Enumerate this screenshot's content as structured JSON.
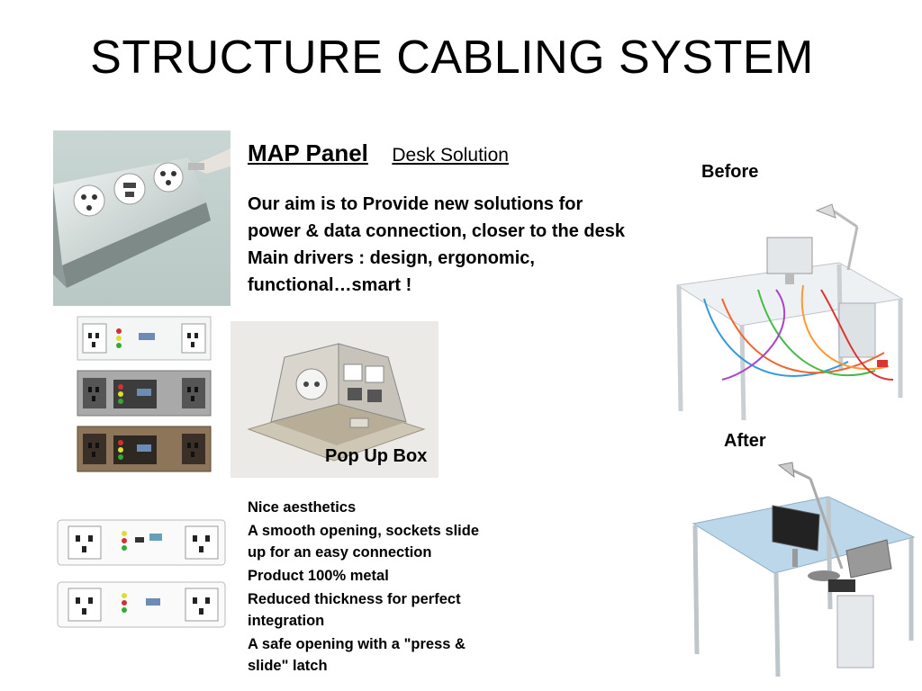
{
  "slide": {
    "title": "STRUCTURE CABLING SYSTEM",
    "heading": "MAP Panel",
    "subheading": "Desk Solution",
    "intro": [
      "Our aim is to Provide new solutions for power & data connection, closer to the desk",
      "Main drivers : design, ergonomic, functional…smart !"
    ],
    "popup_label": "Pop Up Box",
    "before_label": "Before",
    "after_label": "After",
    "features": [
      "Nice aesthetics",
      "A smooth opening, sockets slide up for an easy connection",
      "Product 100% metal",
      "Reduced thickness for perfect integration",
      "A safe opening with a \"press & slide\" latch"
    ]
  }
}
